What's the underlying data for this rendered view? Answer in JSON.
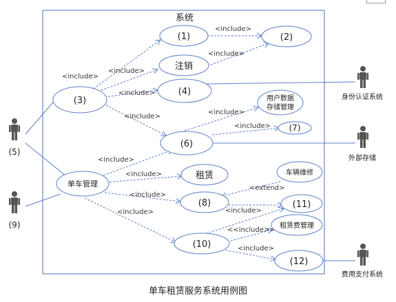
{
  "system": {
    "title": "系统"
  },
  "use_cases": {
    "uc1": "(1)",
    "uc2": "(2)",
    "uc3": "(3)",
    "uc4": "(4)",
    "uc6": "(6)",
    "uc7": "(7)",
    "uc8": "(8)",
    "uc10": "(10)",
    "uc11": "(11)",
    "uc12": "(12)",
    "logout": "注销",
    "user_data_storage": [
      "用户数据",
      "存储管理"
    ],
    "bike_management": "单车管理",
    "rental": "租赁",
    "maintenance": "车辆维修",
    "rental_fee": "租赁费管理"
  },
  "actors": {
    "actor5": "(5)",
    "actor9": "(9)",
    "identity": "身份认证系统",
    "external_storage": "外部存储",
    "payment": "费用支付系统"
  },
  "relations": {
    "include": "<include>",
    "include_double": "<<include>>",
    "extend": "<extend>"
  },
  "caption": "单车租赁服务系统用例图",
  "colors": {
    "line": "#5b7fc7",
    "border": "#4a6fb8",
    "actor": "#555555"
  }
}
